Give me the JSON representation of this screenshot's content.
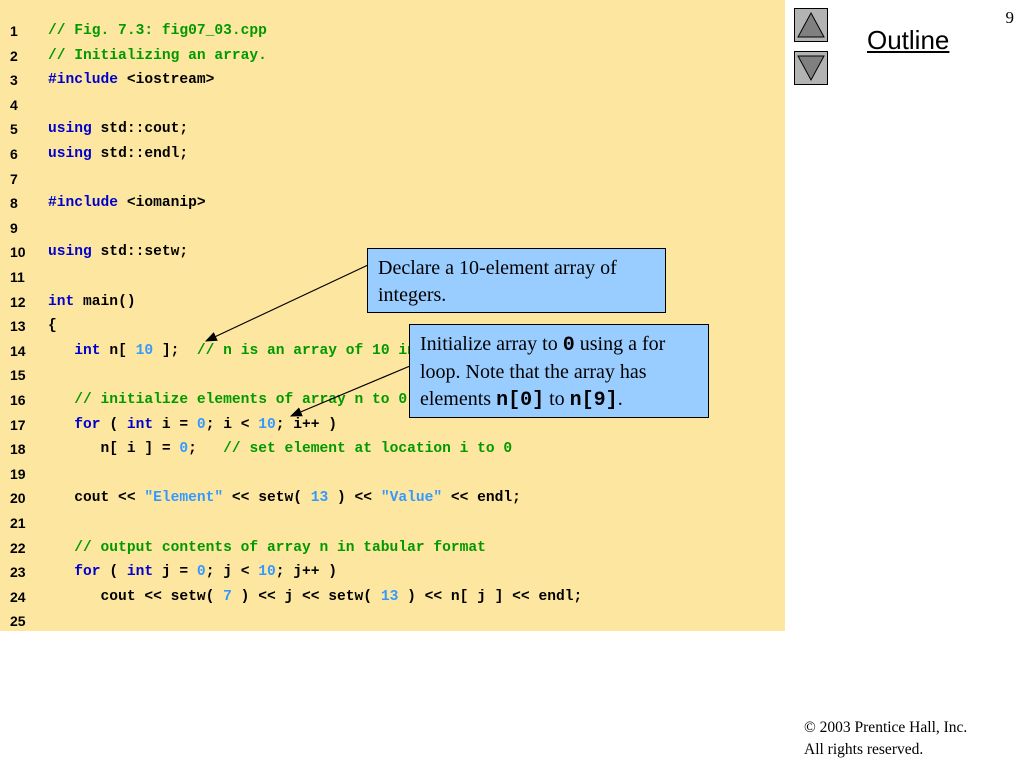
{
  "page_number": "9",
  "nav": {
    "outline_label": "Outline",
    "up_icon": "triangle-up-icon",
    "down_icon": "triangle-down-icon"
  },
  "code_lines": [
    {
      "n": "1",
      "tokens": [
        [
          "cm",
          "// Fig. 7.3: fig07_03.cpp"
        ]
      ]
    },
    {
      "n": "2",
      "tokens": [
        [
          "cm",
          "// Initializing an array."
        ]
      ]
    },
    {
      "n": "3",
      "tokens": [
        [
          "kw",
          "#include"
        ],
        [
          "plain",
          " <iostream>"
        ]
      ]
    },
    {
      "n": "4",
      "tokens": []
    },
    {
      "n": "5",
      "tokens": [
        [
          "kw",
          "using"
        ],
        [
          "plain",
          " std::cout;"
        ]
      ]
    },
    {
      "n": "6",
      "tokens": [
        [
          "kw",
          "using"
        ],
        [
          "plain",
          " std::endl;"
        ]
      ]
    },
    {
      "n": "7",
      "tokens": []
    },
    {
      "n": "8",
      "tokens": [
        [
          "kw",
          "#include"
        ],
        [
          "plain",
          " <iomanip>"
        ]
      ]
    },
    {
      "n": "9",
      "tokens": []
    },
    {
      "n": "10",
      "tokens": [
        [
          "kw",
          "using"
        ],
        [
          "plain",
          " std::setw;"
        ]
      ]
    },
    {
      "n": "11",
      "tokens": []
    },
    {
      "n": "12",
      "tokens": [
        [
          "kw",
          "int"
        ],
        [
          "plain",
          " main()"
        ]
      ]
    },
    {
      "n": "13",
      "tokens": [
        [
          "plain",
          "{"
        ]
      ]
    },
    {
      "n": "14",
      "tokens": [
        [
          "plain",
          "   "
        ],
        [
          "kw",
          "int"
        ],
        [
          "plain",
          " n[ "
        ],
        [
          "num",
          "10"
        ],
        [
          "plain",
          " ];  "
        ],
        [
          "cm",
          "// n is an array of 10 integers"
        ]
      ]
    },
    {
      "n": "15",
      "tokens": []
    },
    {
      "n": "16",
      "tokens": [
        [
          "plain",
          "   "
        ],
        [
          "cm",
          "// initialize elements of array n to 0"
        ]
      ]
    },
    {
      "n": "17",
      "tokens": [
        [
          "plain",
          "   "
        ],
        [
          "kw",
          "for"
        ],
        [
          "plain",
          " ( "
        ],
        [
          "kw",
          "int"
        ],
        [
          "plain",
          " i = "
        ],
        [
          "num",
          "0"
        ],
        [
          "plain",
          "; i < "
        ],
        [
          "num",
          "10"
        ],
        [
          "plain",
          "; i++ )"
        ]
      ]
    },
    {
      "n": "18",
      "tokens": [
        [
          "plain",
          "      n[ i ] = "
        ],
        [
          "num",
          "0"
        ],
        [
          "plain",
          ";   "
        ],
        [
          "cm",
          "// set element at location i to 0"
        ]
      ]
    },
    {
      "n": "19",
      "tokens": []
    },
    {
      "n": "20",
      "tokens": [
        [
          "plain",
          "   cout << "
        ],
        [
          "str",
          "\"Element\""
        ],
        [
          "plain",
          " << setw( "
        ],
        [
          "num",
          "13"
        ],
        [
          "plain",
          " ) << "
        ],
        [
          "str",
          "\"Value\""
        ],
        [
          "plain",
          " << endl;"
        ]
      ]
    },
    {
      "n": "21",
      "tokens": []
    },
    {
      "n": "22",
      "tokens": [
        [
          "plain",
          "   "
        ],
        [
          "cm",
          "// output contents of array n in tabular format"
        ]
      ]
    },
    {
      "n": "23",
      "tokens": [
        [
          "plain",
          "   "
        ],
        [
          "kw",
          "for"
        ],
        [
          "plain",
          " ( "
        ],
        [
          "kw",
          "int"
        ],
        [
          "plain",
          " j = "
        ],
        [
          "num",
          "0"
        ],
        [
          "plain",
          "; j < "
        ],
        [
          "num",
          "10"
        ],
        [
          "plain",
          "; j++ )"
        ]
      ]
    },
    {
      "n": "24",
      "tokens": [
        [
          "plain",
          "      cout << setw( "
        ],
        [
          "num",
          "7"
        ],
        [
          "plain",
          " ) << j << setw( "
        ],
        [
          "num",
          "13"
        ],
        [
          "plain",
          " ) << n[ j ] << endl;"
        ]
      ]
    },
    {
      "n": "25",
      "tokens": []
    }
  ],
  "callout1": {
    "text": "Declare a 10-element array of integers."
  },
  "callout2": {
    "part1": "Initialize array to ",
    "code1": "0",
    "part2": " using a for loop. Note that the array has elements ",
    "code2": "n[0]",
    "part3": " to ",
    "code3": "n[9]",
    "part4": "."
  },
  "footer": {
    "copyright_line1": "© 2003 Prentice Hall, Inc.",
    "copyright_line2": "All rights reserved."
  },
  "colors": {
    "code_bg": "#fde7a0",
    "callout_bg": "#99ccff",
    "keyword": "#0000cc",
    "comment": "#009900",
    "number": "#3399ff"
  }
}
